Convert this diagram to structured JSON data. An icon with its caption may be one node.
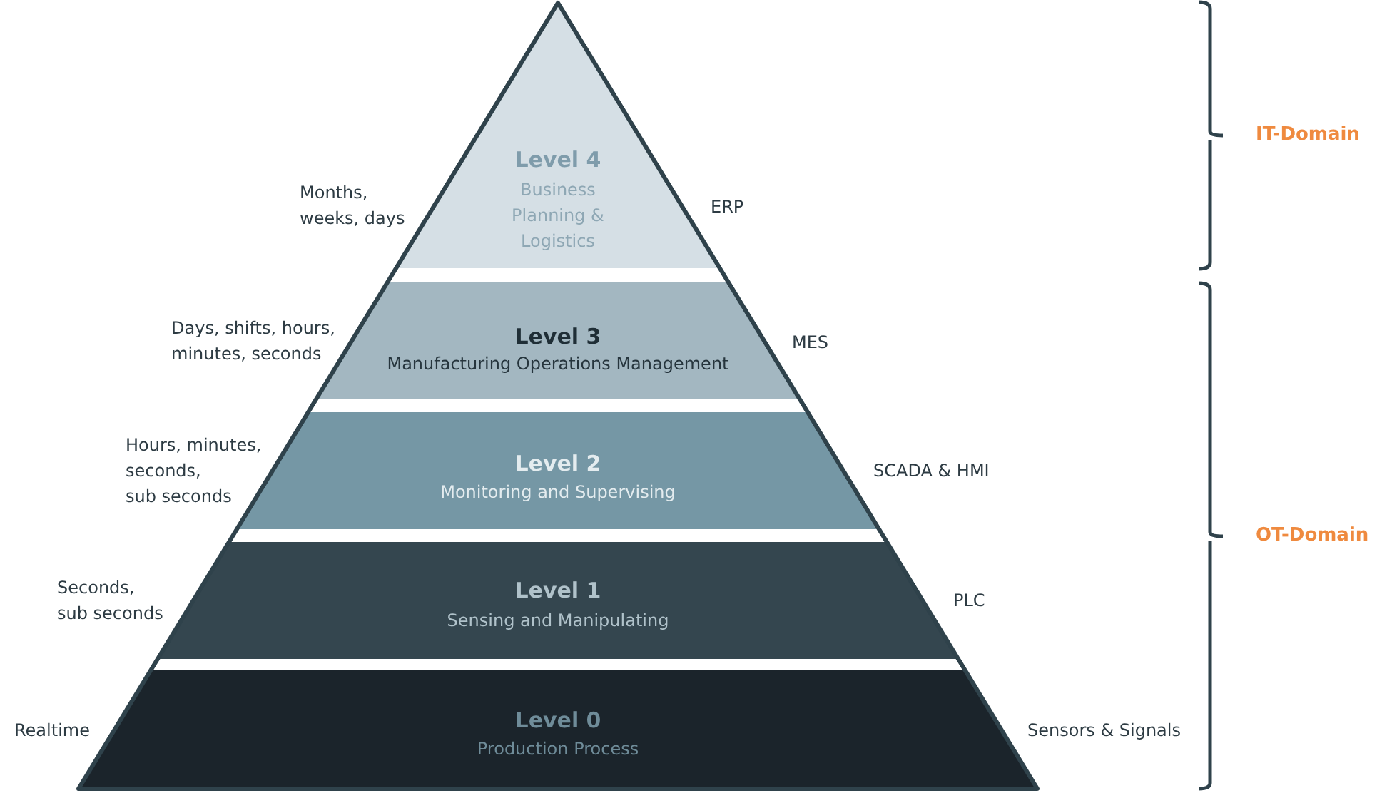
{
  "diagram": {
    "nodes": [
      {
        "text": [
          "Level 4",
          "Business Planning & Logistics"
        ],
        "beside": [
          "Months, weeks, days",
          "ERP"
        ]
      },
      {
        "text": [
          "Level 3",
          "Manufacturing Operations Management"
        ],
        "beside": [
          "Days, shifts, hours, minutes, seconds",
          "MES"
        ]
      },
      {
        "text": [
          "Level 2",
          "Monitoring and Supervising"
        ],
        "beside": [
          "Hours, minutes, seconds, sub seconds",
          "SCADA & HMI"
        ]
      },
      {
        "text": [
          "Level 1",
          "Sensing and Manipulating"
        ],
        "beside": [
          "Seconds, sub seconds",
          "PLC"
        ]
      },
      {
        "text": [
          "Level 0",
          "Production Process"
        ],
        "beside": [
          "Realtime",
          "Sensors & Signals"
        ]
      }
    ],
    "labels": [
      "IT-Domain",
      "OT-Domain"
    ]
  }
}
